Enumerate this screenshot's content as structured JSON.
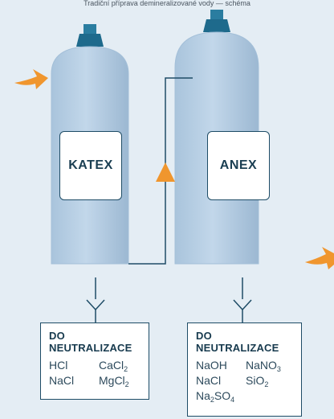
{
  "top_caption": "Tradiční příprava demineralizované vody — schéma",
  "columns": [
    {
      "label": "KATEX"
    },
    {
      "label": "ANEX"
    }
  ],
  "outputs": [
    {
      "title": "DO NEUTRALIZACE",
      "chemicals": [
        {
          "text": "HCl"
        },
        {
          "text": "CaCl",
          "sub": "2"
        },
        {
          "text": "NaCl"
        },
        {
          "text": "MgCl",
          "sub": "2"
        }
      ]
    },
    {
      "title": "DO NEUTRALIZACE",
      "chemicals": [
        {
          "text": "NaOH"
        },
        {
          "text": "NaNO",
          "sub": "3"
        },
        {
          "text": "NaCl"
        },
        {
          "text": "SiO",
          "sub": "2"
        },
        {
          "text": "Na",
          "sub": "2",
          "text2": "SO",
          "sub2": "4"
        }
      ]
    }
  ],
  "colors": {
    "background": "#e4edf4",
    "vessel": "#b8cfe3",
    "vessel_shade": "#9db9d3",
    "cap": "#1e6a8c",
    "line": "#1e4c66",
    "arrow": "#f0962e"
  }
}
